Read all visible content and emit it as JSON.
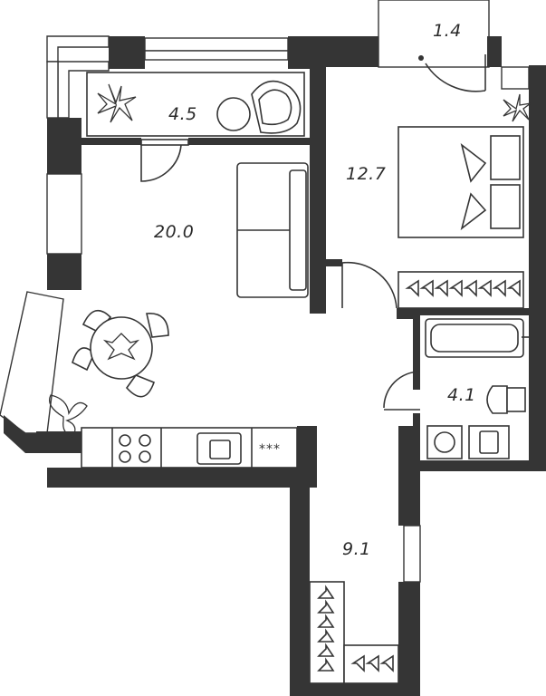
{
  "rooms": {
    "loggia_area": "4.5",
    "balcony_area": "1.4",
    "living_kitchen_area": "20.0",
    "bedroom_area": "12.7",
    "bathroom_area": "4.1",
    "hallway_area": "9.1"
  },
  "cooktop_label": "***",
  "colors": {
    "wall": "#353535",
    "background": "#ffffff"
  },
  "icons": [
    "plant-icon",
    "armchair-icon",
    "sofa-icon",
    "dining-table-icon",
    "bed-icon",
    "bathtub-icon",
    "toilet-icon",
    "sink-icon",
    "washing-machine-icon",
    "stove-icon",
    "hanger-icon"
  ]
}
